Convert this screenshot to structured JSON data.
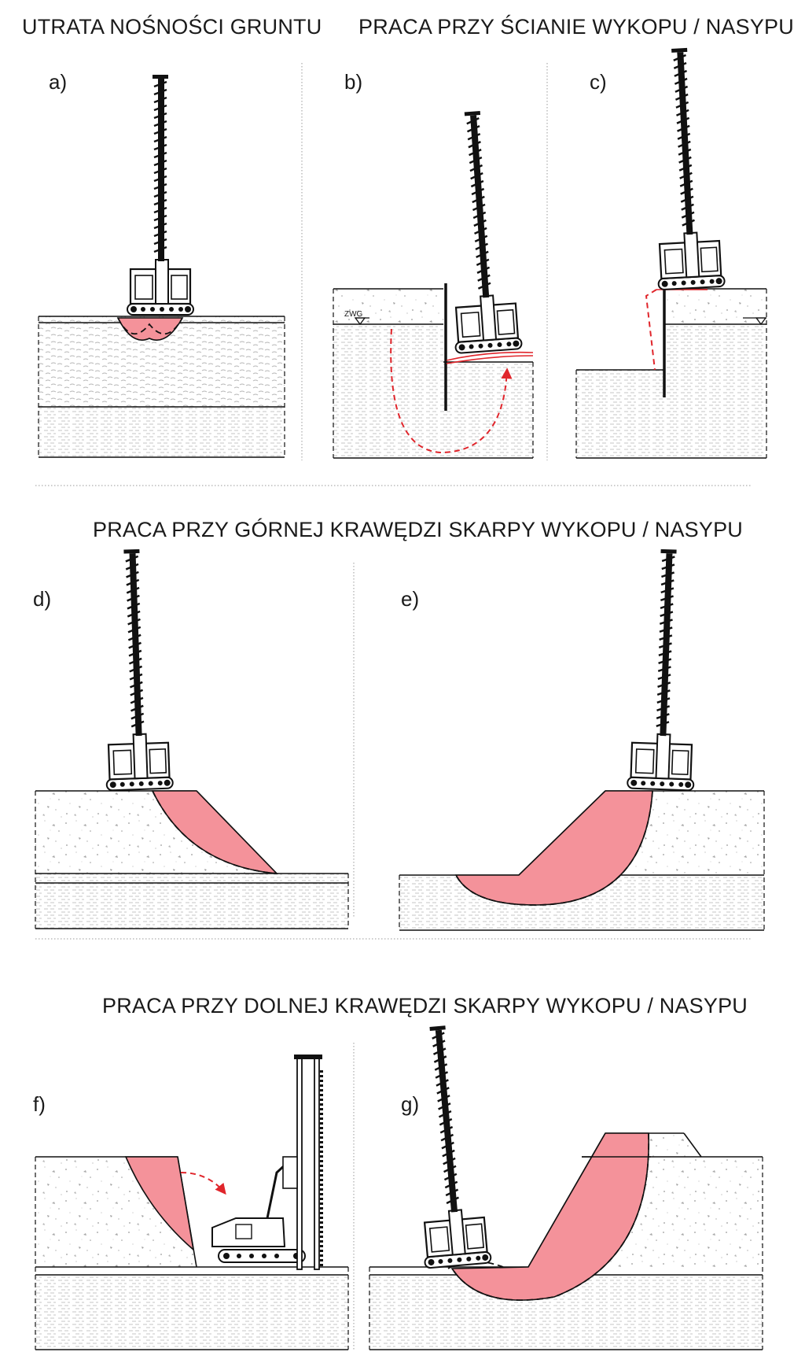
{
  "titles": {
    "top_left": "UTRATA NOŚNOŚCI GRUNTU",
    "top_right": "PRACA PRZY ŚCIANIE WYKOPU / NASYPU",
    "middle": "PRACA PRZY GÓRNEJ KRAWĘDZI SKARPY WYKOPU / NASYPU",
    "bottom": "PRACA PRZY DOLNEJ KRAWĘDZI SKARPY WYKOPU / NASYPU"
  },
  "panels": {
    "a": "a)",
    "b": "b)",
    "c": "c)",
    "d": "d)",
    "e": "e)",
    "f": "f)",
    "g": "g)"
  },
  "annotations": {
    "groundwater": "ZWG"
  },
  "colors": {
    "failure_zone": "#f4929a",
    "arrow_red": "#e0252b",
    "outline": "#111111"
  },
  "icons": [
    "pile-rig-icon",
    "crawler-rig-icon",
    "groundwater-level-icon"
  ]
}
